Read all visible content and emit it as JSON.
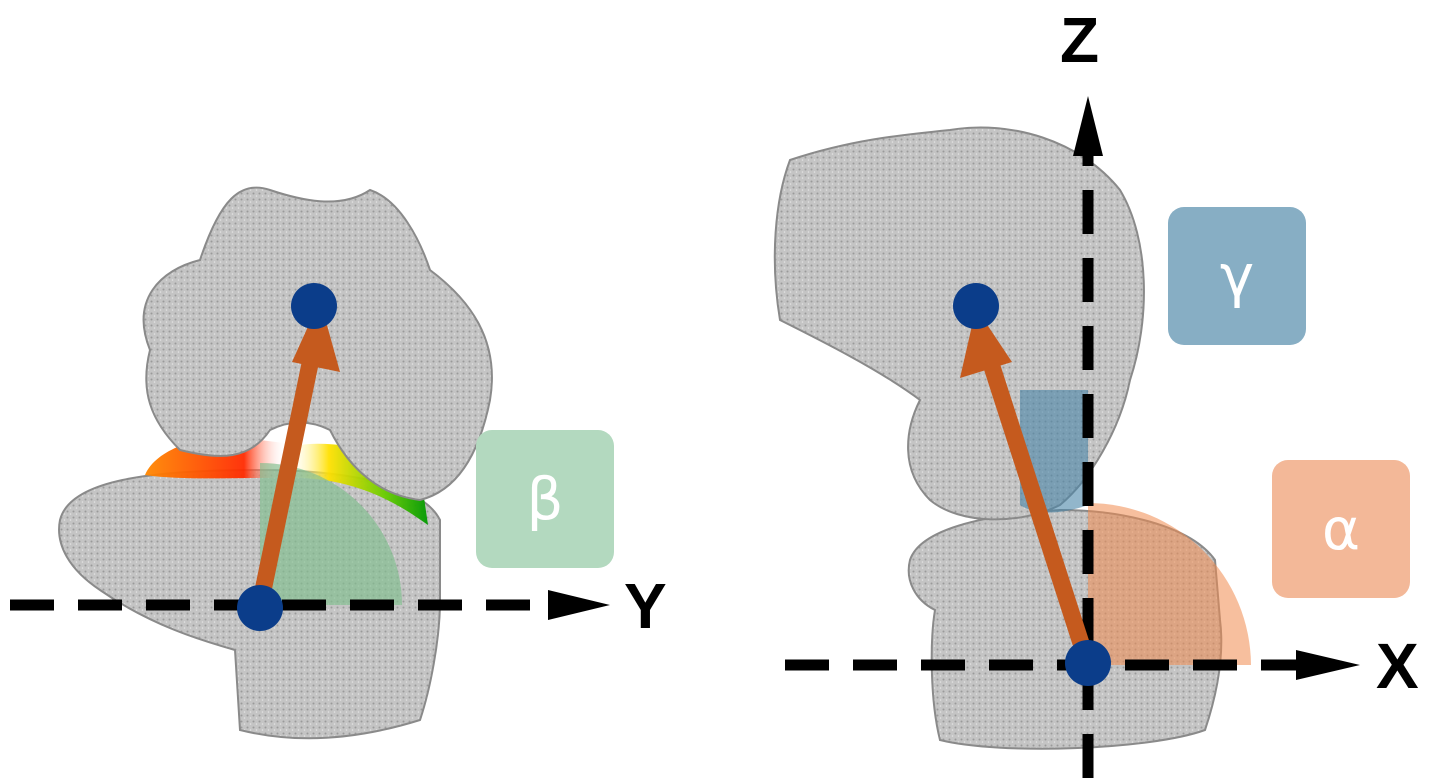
{
  "left_panel": {
    "axis_label": "Y",
    "angle": {
      "symbol": "β",
      "color": "#b3d9bf"
    }
  },
  "right_panel": {
    "vertical_axis_label": "Z",
    "horizontal_axis_label": "X",
    "angles": [
      {
        "symbol": "γ",
        "color": "#87aec4"
      },
      {
        "symbol": "α",
        "color": "#f3b898"
      }
    ]
  },
  "colors": {
    "vector": "#c55a1e",
    "joint_point": "#0b3d8a",
    "bone": "#bdbdbd",
    "axis": "#000000"
  },
  "icons": [
    "bone-model",
    "position-vector-arrow",
    "joint-center-point",
    "angle-sector"
  ]
}
